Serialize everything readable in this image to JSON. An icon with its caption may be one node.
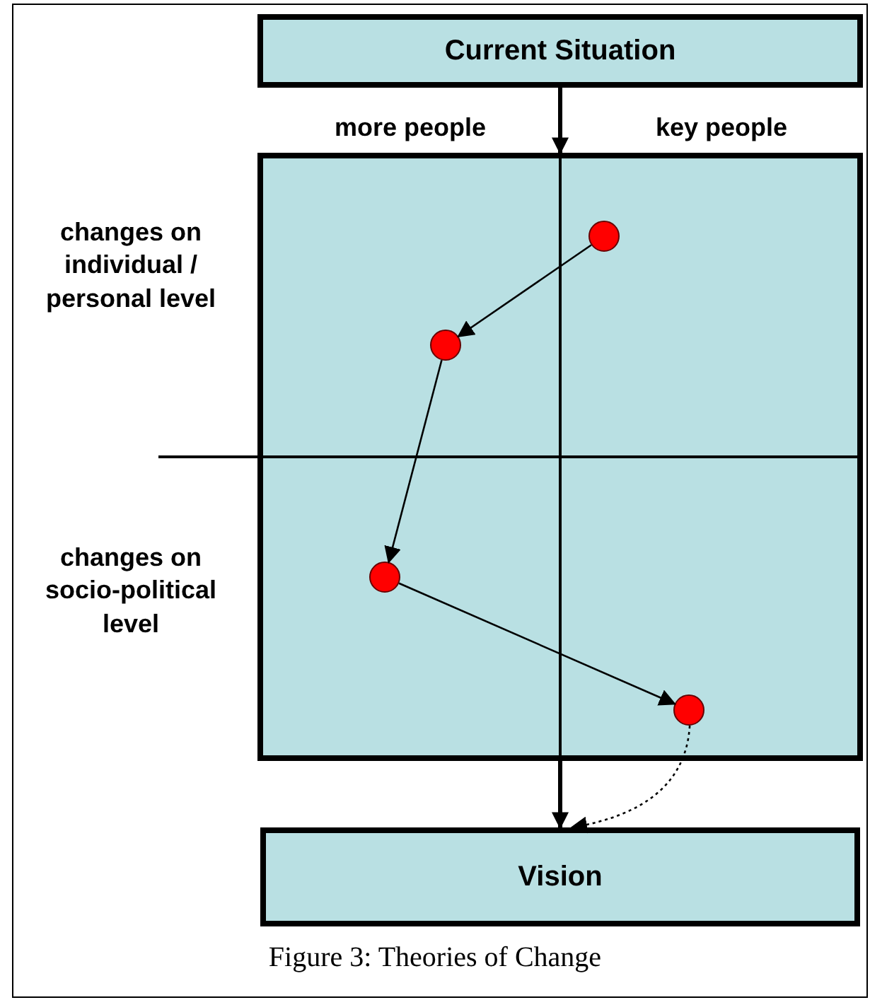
{
  "diagram": {
    "caption": "Figure 3: Theories of Change",
    "nodes": [
      {
        "text": [
          "Current Situation"
        ]
      },
      {
        "text": [],
        "shape": "box"
      },
      {
        "text": [],
        "shape": "circle",
        "in": 1
      },
      {
        "text": [],
        "shape": "circle",
        "in": 1
      },
      {
        "text": [],
        "shape": "circle",
        "in": 1
      },
      {
        "text": [],
        "shape": "circle",
        "in": 1
      },
      {
        "text": [
          "Vision"
        ]
      }
    ],
    "edges": [
      {
        "from": 0,
        "to": 1,
        "arrow": "to",
        "style": "thick"
      },
      {
        "from": 1,
        "to": 6,
        "arrow": "to",
        "style": "thick"
      },
      {
        "from": 2,
        "to": 3,
        "arrow": "to"
      },
      {
        "from": 3,
        "to": 4,
        "arrow": "to"
      },
      {
        "from": 4,
        "to": 5,
        "arrow": "to"
      },
      {
        "from": 5,
        "to": 6,
        "arrow": "to",
        "style": "dashed"
      }
    ],
    "labels": [
      "more people",
      "key people",
      "changes on individual / personal level",
      "changes on socio-political level"
    ]
  }
}
